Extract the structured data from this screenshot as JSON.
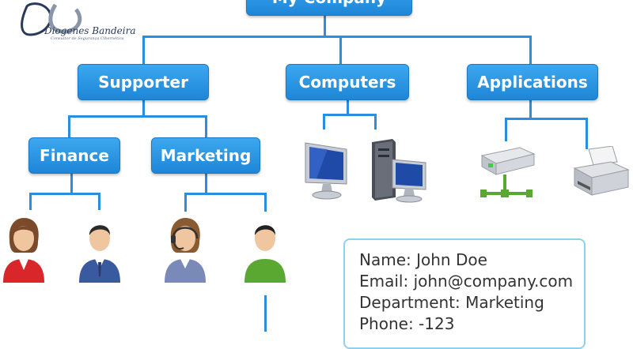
{
  "logo": {
    "name": "Diogenes Bandeira",
    "subtitle": "Consultor de Segurança Cibernética"
  },
  "nodes": {
    "root": "My Company",
    "supporter": "Supporter",
    "computers": "Computers",
    "applications": "Applications",
    "finance": "Finance",
    "marketing": "Marketing"
  },
  "card": {
    "name": "Name: John Doe",
    "email": "Email: john@company.com",
    "department": "Department: Marketing",
    "phone": "Phone: -123"
  },
  "colors": {
    "node": "#2b96e6",
    "connector": "#2a8ee0",
    "card_border": "#8fd0ef"
  },
  "icons": [
    "person-female-icon",
    "person-male-suit-icon",
    "person-headset-icon",
    "person-green-icon",
    "monitor-icon",
    "desktop-tower-icon",
    "network-server-icon",
    "printer-icon"
  ]
}
